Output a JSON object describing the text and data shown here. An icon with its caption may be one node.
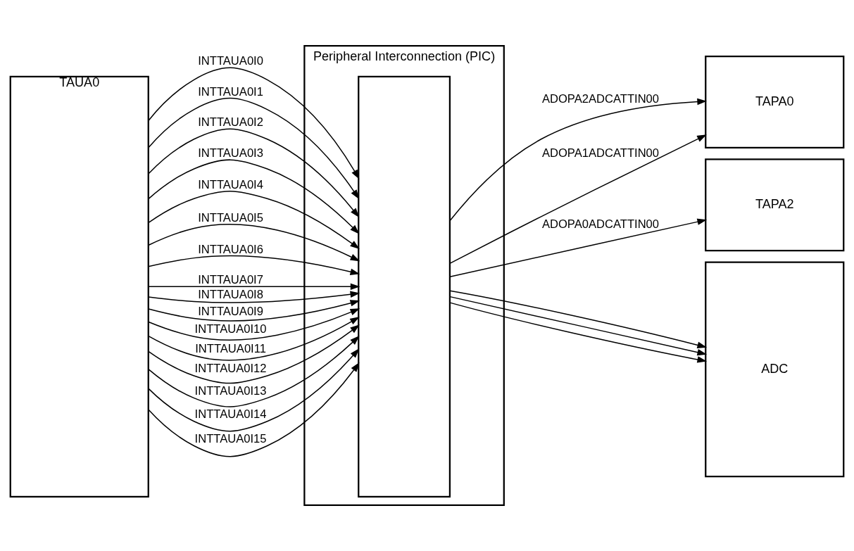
{
  "diagram": {
    "nodes": [
      {
        "text": [
          "TAUA0"
        ]
      },
      {
        "text": [
          "Peripheral Interconnection (PIC)"
        ]
      },
      {
        "text": [],
        "shape": "box",
        "in": 1
      },
      {
        "text": [
          "TAPA0"
        ]
      },
      {
        "text": [
          "TAPA2"
        ]
      },
      {
        "text": [
          "ADC"
        ]
      }
    ],
    "edges": [
      {
        "from": 0,
        "to": 2,
        "arrow": "to",
        "label": "INTTAUA0I0"
      },
      {
        "from": 0,
        "to": 2,
        "arrow": "to",
        "label": "INTTAUA0I1"
      },
      {
        "from": 0,
        "to": 2,
        "arrow": "to",
        "label": "INTTAUA0I2"
      },
      {
        "from": 0,
        "to": 2,
        "arrow": "to",
        "label": "INTTAUA0I3"
      },
      {
        "from": 0,
        "to": 2,
        "arrow": "to",
        "label": "INTTAUA0I4"
      },
      {
        "from": 0,
        "to": 2,
        "arrow": "to",
        "label": "INTTAUA0I5"
      },
      {
        "from": 0,
        "to": 2,
        "arrow": "to",
        "label": "INTTAUA0I6"
      },
      {
        "from": 0,
        "to": 2,
        "arrow": "to",
        "label": "INTTAUA0I7"
      },
      {
        "from": 0,
        "to": 2,
        "arrow": "to",
        "label": "INTTAUA0I8"
      },
      {
        "from": 0,
        "to": 2,
        "arrow": "to",
        "label": "INTTAUA0I9"
      },
      {
        "from": 0,
        "to": 2,
        "arrow": "to",
        "label": "INTTAUA0I10"
      },
      {
        "from": 0,
        "to": 2,
        "arrow": "to",
        "label": "INTTAUA0I11"
      },
      {
        "from": 0,
        "to": 2,
        "arrow": "to",
        "label": "INTTAUA0I12"
      },
      {
        "from": 0,
        "to": 2,
        "arrow": "to",
        "label": "INTTAUA0I13"
      },
      {
        "from": 0,
        "to": 2,
        "arrow": "to",
        "label": "INTTAUA0I14"
      },
      {
        "from": 0,
        "to": 2,
        "arrow": "to",
        "label": "INTTAUA0I15"
      },
      {
        "from": 2,
        "to": 3,
        "arrow": "to",
        "label": "ADOPA2ADCATTIN00"
      },
      {
        "from": 2,
        "to": 5,
        "arrow": "to"
      },
      {
        "from": 2,
        "to": 3,
        "arrow": "to",
        "label": "ADOPA1ADCATTIN00"
      },
      {
        "from": 2,
        "to": 5,
        "arrow": "to"
      },
      {
        "from": 2,
        "to": 4,
        "arrow": "to",
        "label": "ADOPA0ADCATTIN00"
      },
      {
        "from": 2,
        "to": 5,
        "arrow": "to"
      }
    ]
  }
}
